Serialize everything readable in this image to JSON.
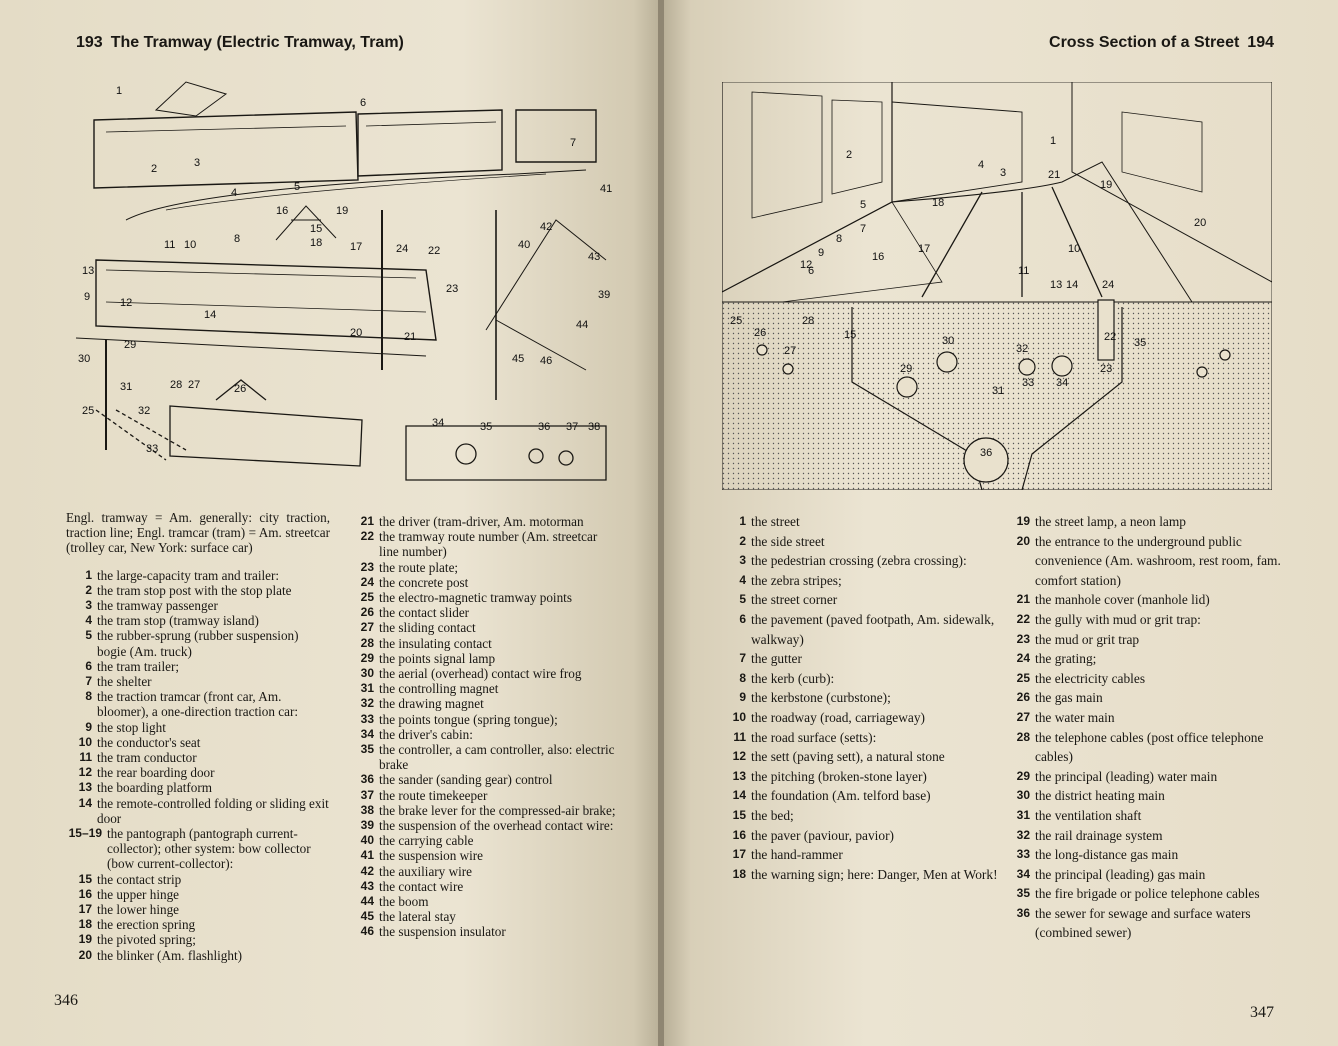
{
  "left_page": {
    "header_number": "193",
    "header_title": "The Tramway (Electric Tramway, Tram)",
    "page_number": "346",
    "intro": "Engl. tramway = Am. generally: city traction, traction line; Engl. tramcar (tram) = Am. streetcar (trolley car, New York: surface car)",
    "col1": [
      {
        "n": "1",
        "t": "the large-capacity tram and trailer:"
      },
      {
        "n": "2",
        "t": "the tram stop post with the stop plate"
      },
      {
        "n": "3",
        "t": "the tramway passenger"
      },
      {
        "n": "4",
        "t": "the tram stop (tramway island)"
      },
      {
        "n": "5",
        "t": "the rubber-sprung (rubber suspension) bogie (Am. truck)"
      },
      {
        "n": "6",
        "t": "the tram trailer;"
      },
      {
        "n": "7",
        "t": "the shelter"
      },
      {
        "n": "8",
        "t": "the traction tramcar (front car, Am. bloomer), a one-direction traction car:"
      },
      {
        "n": "9",
        "t": "the stop light"
      },
      {
        "n": "10",
        "t": "the conductor's seat"
      },
      {
        "n": "11",
        "t": "the tram conductor"
      },
      {
        "n": "12",
        "t": "the rear boarding door"
      },
      {
        "n": "13",
        "t": "the boarding platform"
      },
      {
        "n": "14",
        "t": "the remote-controlled folding or sliding exit door"
      },
      {
        "n": "15–19",
        "t": "the pantograph (pantograph current-collector); other system: bow collector (bow current-collector):"
      },
      {
        "n": "15",
        "t": "the contact strip"
      },
      {
        "n": "16",
        "t": "the upper hinge"
      },
      {
        "n": "17",
        "t": "the lower hinge"
      },
      {
        "n": "18",
        "t": "the erection spring"
      },
      {
        "n": "19",
        "t": "the pivoted spring;"
      },
      {
        "n": "20",
        "t": "the blinker (Am. flashlight)"
      }
    ],
    "col2": [
      {
        "n": "21",
        "t": "the driver (tram-driver, Am. motorman"
      },
      {
        "n": "22",
        "t": "the tramway route number (Am. streetcar line number)"
      },
      {
        "n": "23",
        "t": "the route plate;"
      },
      {
        "n": "24",
        "t": "the concrete post"
      },
      {
        "n": "25",
        "t": "the electro-magnetic tramway points"
      },
      {
        "n": "26",
        "t": "the contact slider"
      },
      {
        "n": "27",
        "t": "the sliding contact"
      },
      {
        "n": "28",
        "t": "the insulating contact"
      },
      {
        "n": "29",
        "t": "the points signal lamp"
      },
      {
        "n": "30",
        "t": "the aerial (overhead) contact wire frog"
      },
      {
        "n": "31",
        "t": "the controlling magnet"
      },
      {
        "n": "32",
        "t": "the drawing magnet"
      },
      {
        "n": "33",
        "t": "the points tongue (spring tongue);"
      },
      {
        "n": "34",
        "t": "the driver's cabin:"
      },
      {
        "n": "35",
        "t": "the controller, a cam controller, also: electric brake"
      },
      {
        "n": "36",
        "t": "the sander (sanding gear) control"
      },
      {
        "n": "37",
        "t": "the route timekeeper"
      },
      {
        "n": "38",
        "t": "the brake lever for the compressed-air brake;"
      },
      {
        "n": "39",
        "t": "the suspension of the overhead contact wire:"
      },
      {
        "n": "40",
        "t": "the carrying cable"
      },
      {
        "n": "41",
        "t": "the suspension wire"
      },
      {
        "n": "42",
        "t": "the auxiliary wire"
      },
      {
        "n": "43",
        "t": "the contact wire"
      },
      {
        "n": "44",
        "t": "the boom"
      },
      {
        "n": "45",
        "t": "the lateral stay"
      },
      {
        "n": "46",
        "t": "the suspension insulator"
      }
    ]
  },
  "right_page": {
    "header_title": "Cross Section of a Street",
    "header_number": "194",
    "page_number": "347",
    "col1": [
      {
        "n": "1",
        "t": "the street"
      },
      {
        "n": "2",
        "t": "the side street"
      },
      {
        "n": "3",
        "t": "the pedestrian crossing (zebra crossing):"
      },
      {
        "n": "4",
        "t": "the zebra stripes;"
      },
      {
        "n": "5",
        "t": "the street corner"
      },
      {
        "n": "6",
        "t": "the pavement (paved footpath, Am. sidewalk, walkway)"
      },
      {
        "n": "7",
        "t": "the gutter"
      },
      {
        "n": "8",
        "t": "the kerb (curb):"
      },
      {
        "n": "9",
        "t": "the kerbstone (curbstone);"
      },
      {
        "n": "10",
        "t": "the roadway (road, carriageway)"
      },
      {
        "n": "11",
        "t": "the road surface (setts):"
      },
      {
        "n": "12",
        "t": "the sett (paving sett), a natural stone"
      },
      {
        "n": "13",
        "t": "the pitching (broken-stone layer)"
      },
      {
        "n": "14",
        "t": "the foundation (Am. telford base)"
      },
      {
        "n": "15",
        "t": "the bed;"
      },
      {
        "n": "16",
        "t": "the paver (paviour, pavior)"
      },
      {
        "n": "17",
        "t": "the hand-rammer"
      },
      {
        "n": "18",
        "t": "the warning sign; here: Danger, Men at Work!"
      }
    ],
    "col2": [
      {
        "n": "19",
        "t": "the street lamp, a neon lamp"
      },
      {
        "n": "20",
        "t": "the entrance to the underground public convenience (Am. washroom, rest room, fam. comfort station)"
      },
      {
        "n": "21",
        "t": "the manhole cover (manhole lid)"
      },
      {
        "n": "22",
        "t": "the gully with mud or grit trap:"
      },
      {
        "n": "23",
        "t": "the mud or grit trap"
      },
      {
        "n": "24",
        "t": "the grating;"
      },
      {
        "n": "25",
        "t": "the electricity cables"
      },
      {
        "n": "26",
        "t": "the gas main"
      },
      {
        "n": "27",
        "t": "the water main"
      },
      {
        "n": "28",
        "t": "the telephone cables (post office telephone cables)"
      },
      {
        "n": "29",
        "t": "the principal (leading) water main"
      },
      {
        "n": "30",
        "t": "the district heating main"
      },
      {
        "n": "31",
        "t": "the ventilation shaft"
      },
      {
        "n": "32",
        "t": "the rail drainage system"
      },
      {
        "n": "33",
        "t": "the long-distance gas main"
      },
      {
        "n": "34",
        "t": "the principal (leading) gas main"
      },
      {
        "n": "35",
        "t": "the fire brigade or police telephone cables"
      },
      {
        "n": "36",
        "t": "the sewer for sewage and surface waters (combined sewer)"
      }
    ]
  },
  "figure_labels": {
    "tram": [
      "1",
      "2",
      "3",
      "4",
      "5",
      "6",
      "7",
      "8",
      "9",
      "10",
      "11",
      "12",
      "13",
      "14",
      "15",
      "16",
      "17",
      "18",
      "19",
      "20",
      "21",
      "22",
      "23",
      "24",
      "25",
      "26",
      "27",
      "28",
      "29",
      "30",
      "31",
      "32",
      "33",
      "34",
      "35",
      "36",
      "37",
      "38",
      "39",
      "40",
      "41",
      "42",
      "43",
      "44",
      "45",
      "46"
    ],
    "street": [
      "1",
      "2",
      "3",
      "4",
      "5",
      "6",
      "7",
      "8",
      "9",
      "10",
      "11",
      "12",
      "13",
      "14",
      "15",
      "16",
      "17",
      "18",
      "19",
      "20",
      "21",
      "22",
      "23",
      "24",
      "25",
      "26",
      "27",
      "28",
      "29",
      "30",
      "31",
      "32",
      "33",
      "34",
      "35",
      "36"
    ]
  }
}
